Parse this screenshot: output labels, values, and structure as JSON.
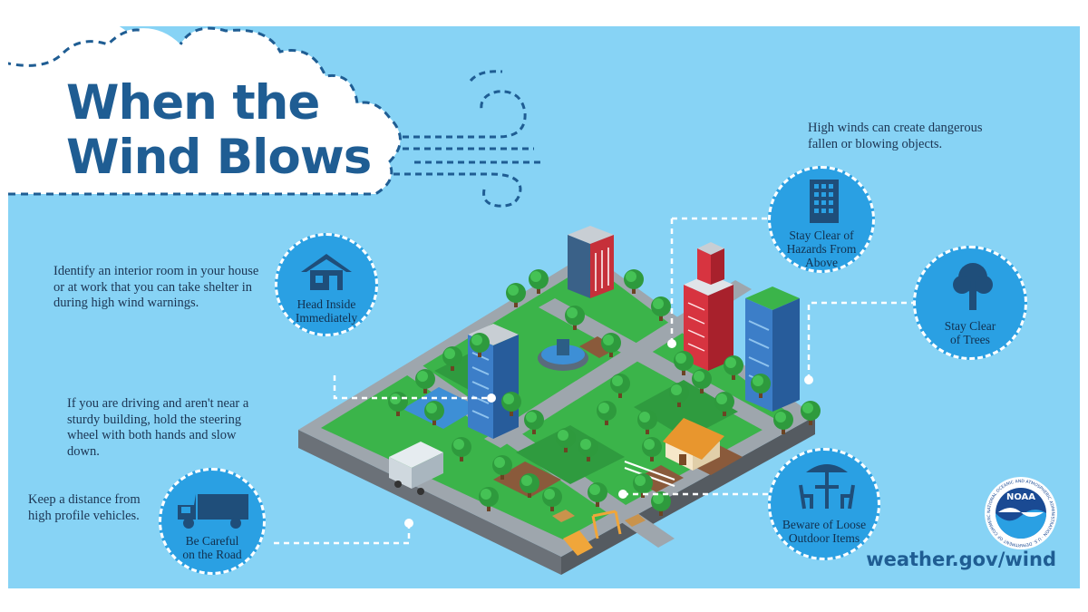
{
  "title": {
    "line1": "When the",
    "line2": "Wind Blows"
  },
  "notes": {
    "shelter": "Identify an interior room in your house or at work that you can take shelter in during high wind warnings.",
    "driving": "If you are driving and aren't near a sturdy building, hold the steering wheel with both hands and slow down.",
    "distance": "Keep a distance from high profile vehicles.",
    "hazards": "High winds can create dangerous fallen or blowing objects."
  },
  "badges": {
    "head_inside": [
      "Head Inside",
      "Immediately"
    ],
    "be_careful": [
      "Be Careful",
      "on the Road"
    ],
    "stay_clear_hazards": [
      "Stay Clear of",
      "Hazards From",
      "Above"
    ],
    "stay_clear_trees": [
      "Stay Clear",
      "of Trees"
    ],
    "beware_loose": [
      "Beware of Loose",
      "Outdoor Items"
    ]
  },
  "logo": {
    "text": "NOAA",
    "ring_text": "NATIONAL OCEANIC AND ATMOSPHERIC ADMINISTRATION · U.S. DEPARTMENT OF COMMERCE"
  },
  "website": "weather.gov/wind",
  "colors": {
    "background": "#87d3f5",
    "title_blue": "#1f5d93",
    "badge_blue": "#2aa0e3",
    "grass": "#3bb44a",
    "road": "#9ea6ad"
  }
}
